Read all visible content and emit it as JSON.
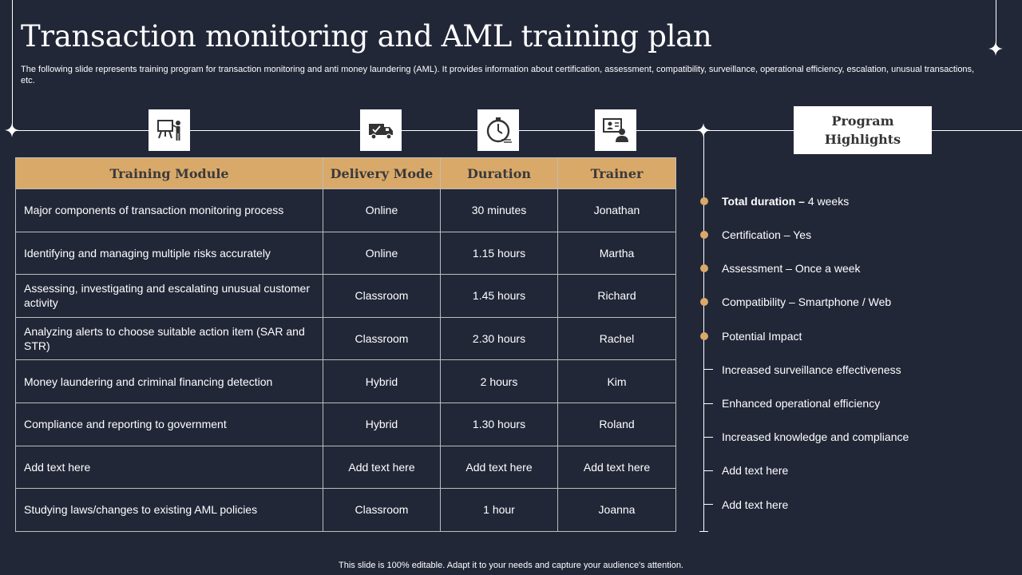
{
  "title": "Transaction monitoring and AML training plan",
  "subtitle": "The following slide represents training program for transaction monitoring and anti money laundering (AML). It provides information about certification, assessment, compatibility, surveillance, operational efficiency, escalation, unusual transactions, etc.",
  "icons": {
    "module": "presentation-icon",
    "delivery": "delivery-truck-icon",
    "duration": "stopwatch-icon",
    "trainer": "online-trainer-icon"
  },
  "table": {
    "headers": [
      "Training Module",
      "Delivery Mode",
      "Duration",
      "Trainer"
    ],
    "rows": [
      [
        "Major components of transaction monitoring process",
        "Online",
        "30 minutes",
        "Jonathan"
      ],
      [
        "Identifying and managing multiple risks accurately",
        "Online",
        "1.15 hours",
        "Martha"
      ],
      [
        "Assessing, investigating and escalating unusual customer activity",
        "Classroom",
        "1.45 hours",
        "Richard"
      ],
      [
        "Analyzing alerts to choose suitable action item (SAR and STR)",
        "Classroom",
        "2.30 hours",
        "Rachel"
      ],
      [
        "Money laundering and criminal financing detection",
        "Hybrid",
        "2 hours",
        "Kim"
      ],
      [
        "Compliance and reporting to government",
        "Hybrid",
        "1.30 hours",
        "Roland"
      ],
      [
        "Add text here",
        "Add text here",
        "Add text here",
        "Add text here"
      ],
      [
        "Studying laws/changes to existing AML policies",
        "Classroom",
        "1 hour",
        "Joanna"
      ]
    ]
  },
  "highlights": {
    "title": "Program Highlights",
    "total_label": "Total duration –",
    "total_value": " 4 weeks",
    "items": [
      "Certification – Yes",
      "Assessment – Once a week",
      "Compatibility – Smartphone / Web",
      "Potential Impact"
    ],
    "impacts": [
      "Increased surveillance effectiveness",
      "Enhanced operational efficiency",
      "Increased knowledge and compliance",
      "Add text here",
      "Add text here"
    ]
  },
  "footer": "This slide is 100% editable. Adapt it to your needs and capture your audience's attention.",
  "colors": {
    "background": "#222738",
    "header_fill": "#d9a96a",
    "dot": "#d9a96a"
  }
}
